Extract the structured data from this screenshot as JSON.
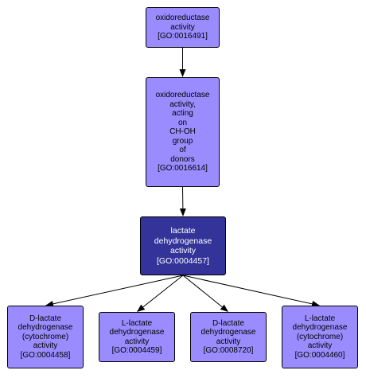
{
  "colors": {
    "node_fill": "#9a8cfe",
    "focus_fill": "#33339a",
    "edge": "#000000"
  },
  "nodes": [
    {
      "id": "GO:0016491",
      "lines": [
        "oxidoreductase",
        "activity",
        "[GO:0016491]"
      ],
      "focus": false
    },
    {
      "id": "GO:0016614",
      "lines": [
        "oxidoreductase",
        "activity,",
        "acting",
        "on",
        "CH-OH",
        "group",
        "of",
        "donors",
        "[GO:0016614]"
      ],
      "focus": false
    },
    {
      "id": "GO:0004457",
      "lines": [
        "lactate",
        "dehydrogenase",
        "activity",
        "[GO:0004457]"
      ],
      "focus": true
    },
    {
      "id": "GO:0004458",
      "lines": [
        "D-lactate",
        "dehydrogenase",
        "(cytochrome)",
        "activity",
        "[GO:0004458]"
      ],
      "focus": false
    },
    {
      "id": "GO:0004459",
      "lines": [
        "L-lactate",
        "dehydrogenase",
        "activity",
        "[GO:0004459]"
      ],
      "focus": false
    },
    {
      "id": "GO:0008720",
      "lines": [
        "D-lactate",
        "dehydrogenase",
        "activity",
        "[GO:0008720]"
      ],
      "focus": false
    },
    {
      "id": "GO:0004460",
      "lines": [
        "L-lactate",
        "dehydrogenase",
        "(cytochrome)",
        "activity",
        "[GO:0004460]"
      ],
      "focus": false
    }
  ],
  "edges": [
    {
      "from": "GO:0016491",
      "to": "GO:0016614"
    },
    {
      "from": "GO:0016614",
      "to": "GO:0004457"
    },
    {
      "from": "GO:0004457",
      "to": "GO:0004458"
    },
    {
      "from": "GO:0004457",
      "to": "GO:0004459"
    },
    {
      "from": "GO:0004457",
      "to": "GO:0008720"
    },
    {
      "from": "GO:0004457",
      "to": "GO:0004460"
    }
  ]
}
